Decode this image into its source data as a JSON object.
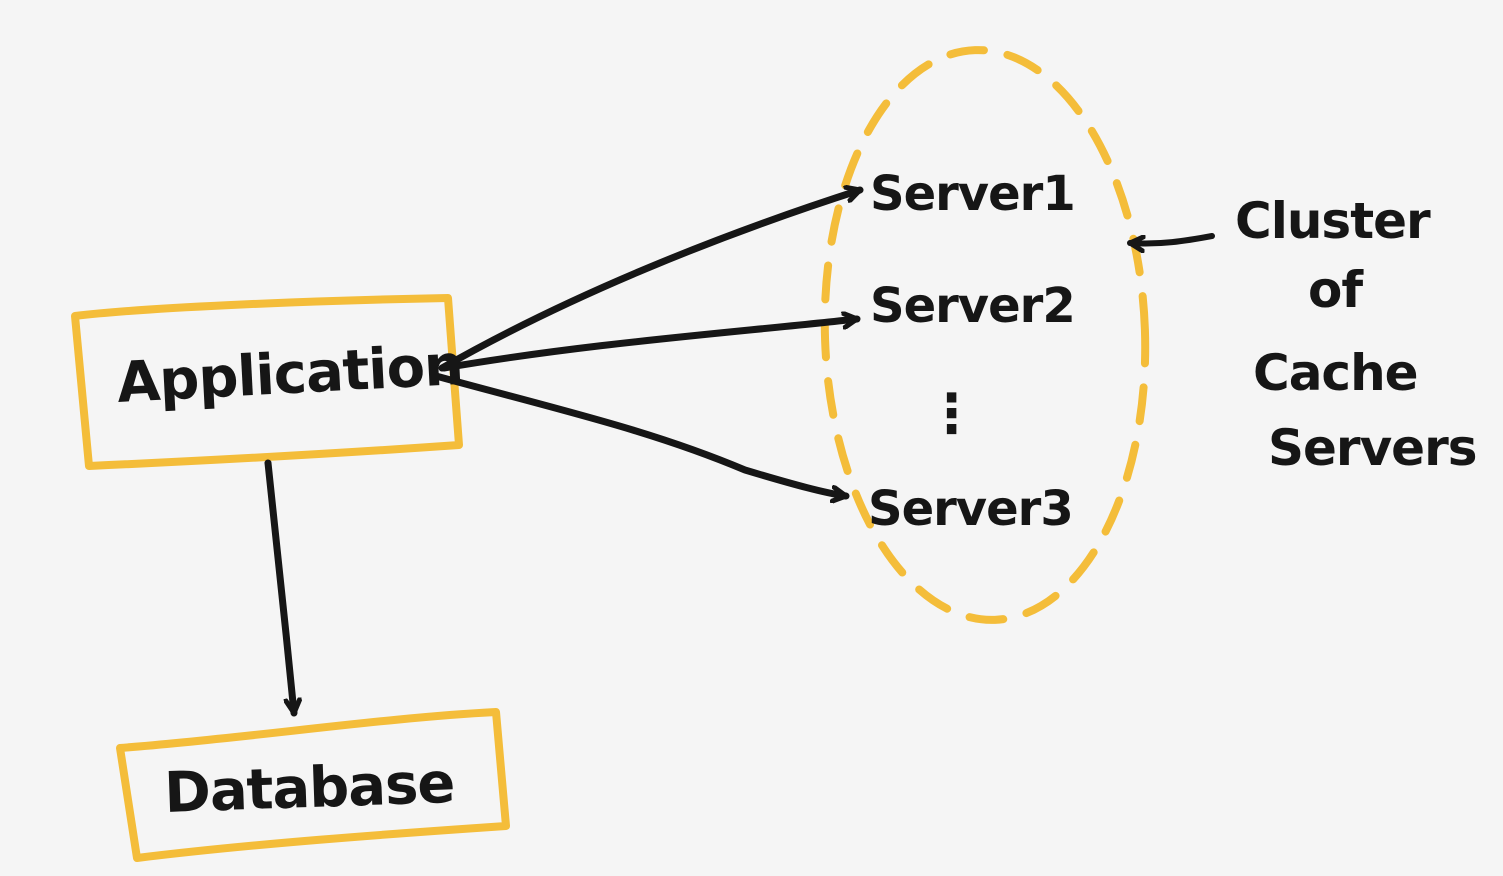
{
  "colors": {
    "background": "#f5f5f5",
    "box_stroke": "#f4bd3a",
    "cluster_stroke": "#f4bd3a",
    "ink": "#161616"
  },
  "nodes": {
    "application": "Application",
    "database": "Database",
    "servers": [
      "Server1",
      "Server2",
      "Server3"
    ],
    "ellipsis": "⋮"
  },
  "annotation": {
    "lines": [
      "Cluster",
      "of",
      "Cache",
      "Servers"
    ]
  }
}
